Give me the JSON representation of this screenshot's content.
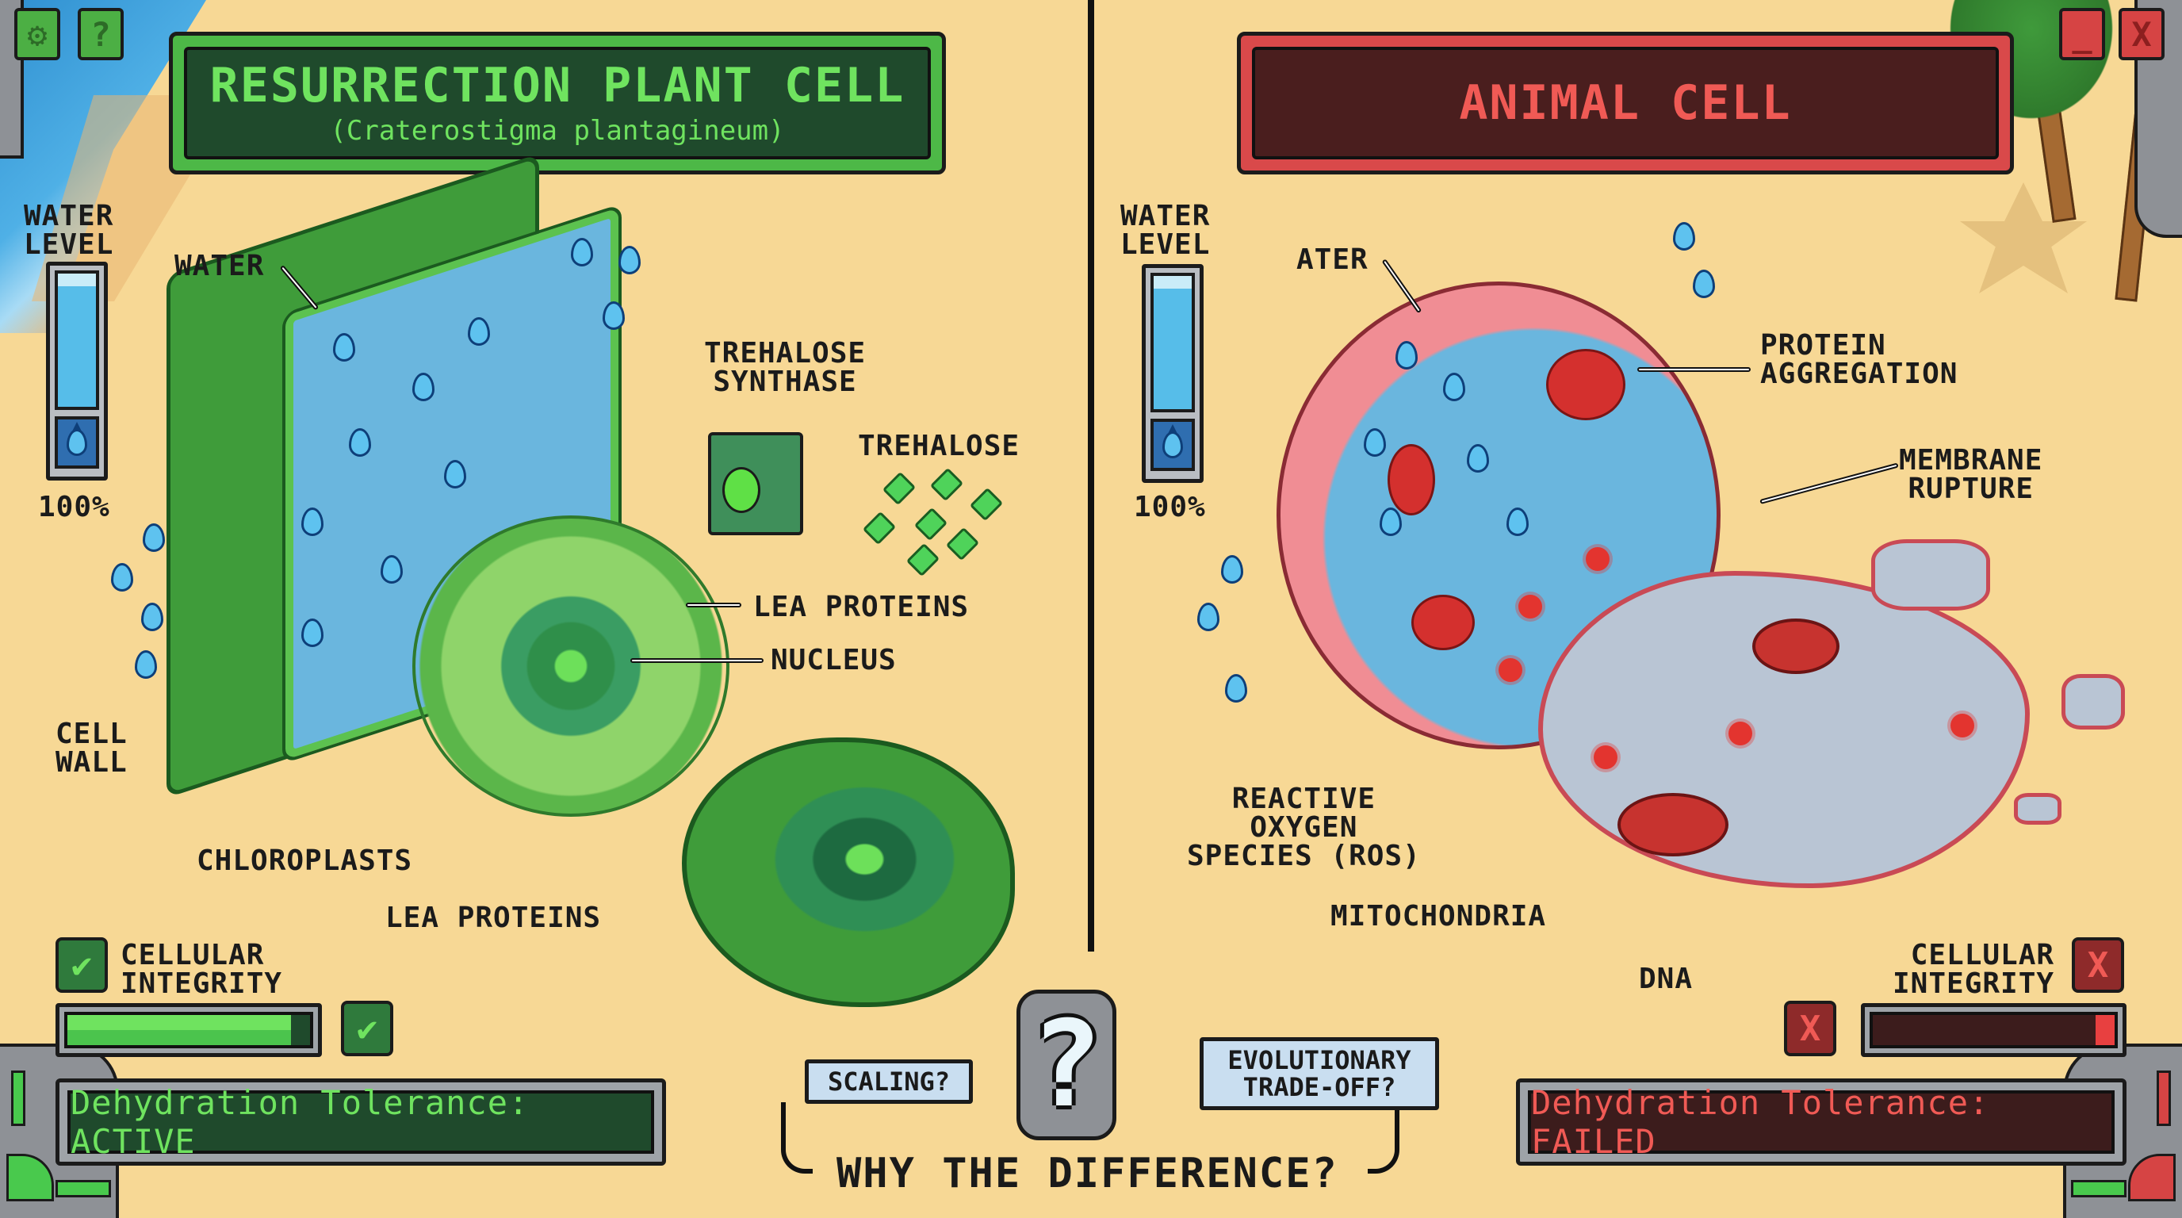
{
  "window": {
    "left_buttons": [
      {
        "icon": "gear-icon",
        "glyph": "⚙"
      },
      {
        "icon": "help-icon",
        "glyph": "?"
      }
    ],
    "right_buttons": [
      {
        "icon": "minimize-icon",
        "glyph": "_"
      },
      {
        "icon": "close-icon",
        "glyph": "X"
      }
    ]
  },
  "plant_panel": {
    "title": "RESURRECTION PLANT CELL",
    "subtitle": "(Craterostigma plantagineum)",
    "water_level": {
      "label": "WATER\nLEVEL",
      "value": "100%",
      "percent": 100
    },
    "labels": {
      "water": "WATER",
      "cell_wall": "CELL\nWALL",
      "trehalose_synthase": "TREHALOSE\nSYNTHASE",
      "trehalose": "TREHALOSE",
      "lea_proteins_top": "LEA PROTEINS",
      "nucleus": "NUCLEUS",
      "chloroplasts": "CHLOROPLASTS",
      "lea_proteins_bottom": "LEA PROTEINS"
    },
    "integrity": {
      "label": "CELLULAR\nINTEGRITY",
      "state": "ok",
      "check_glyph": "✔",
      "bar_percent": 92
    },
    "status": "Dehydration Tolerance: ACTIVE",
    "colors": {
      "accent": "#6fe35f",
      "panel": "#1f4a2c",
      "frame": "#4db847"
    }
  },
  "animal_panel": {
    "title": "ANIMAL CELL",
    "water_level": {
      "label": "WATER\nLEVEL",
      "value": "100%",
      "percent": 100
    },
    "labels": {
      "water": "ATER",
      "protein_aggregation": "PROTEIN\nAGGREGATION",
      "membrane_rupture": "MEMBRANE\nRUPTURE",
      "ros": "REACTIVE\nOXYGEN\nSPECIES (ROS)",
      "mitochondria": "MITOCHONDRIA",
      "dna": "DNA"
    },
    "integrity": {
      "label": "CELLULAR\nINTEGRITY",
      "state": "failed",
      "x_glyph": "X",
      "bar_percent": 4
    },
    "status": "Dehydration Tolerance: FAILED",
    "colors": {
      "accent": "#f05a55",
      "panel": "#3c1c1c",
      "frame": "#d9494a"
    }
  },
  "question_area": {
    "icon_glyph": "?",
    "bubble_left": "SCALING?",
    "bubble_right": "EVOLUTIONARY\nTRADE-OFF?",
    "prompt": "WHY THE DIFFERENCE?"
  }
}
